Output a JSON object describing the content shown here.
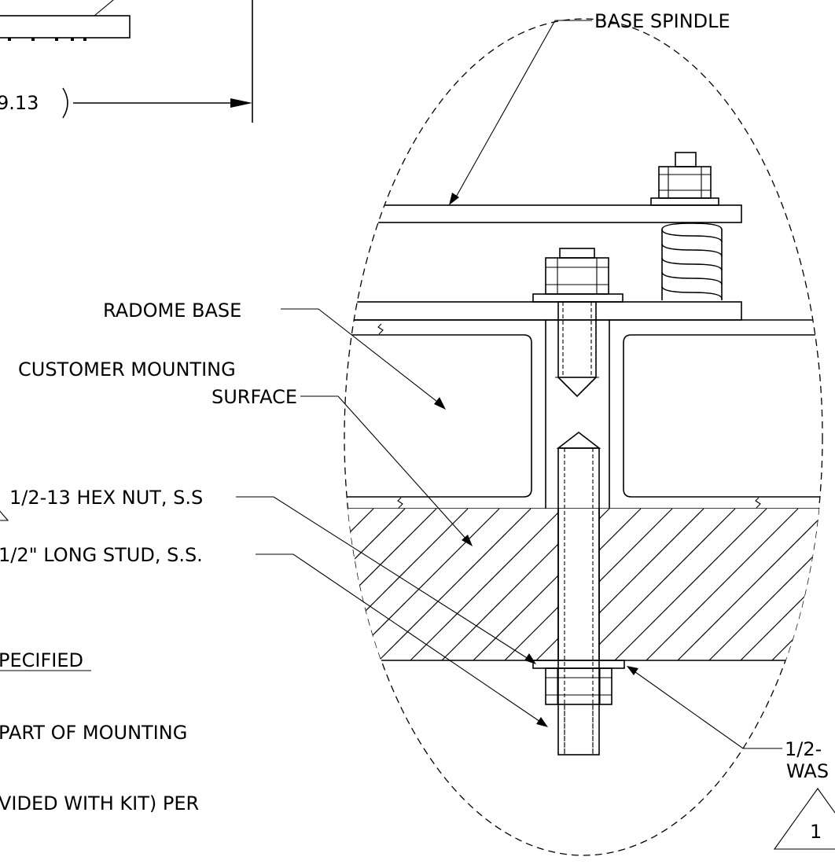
{
  "labels": {
    "base_spindle": "BASE SPINDLE",
    "radome_base": "RADOME BASE",
    "customer_mounting_1": "CUSTOMER MOUNTING",
    "customer_mounting_2": "SURFACE",
    "hex_nut": "1/2-13 HEX NUT, S.S",
    "long_stud": "1/2\" LONG STUD, S.S.",
    "washer_1": "1/2-",
    "washer_2": "WAS",
    "dimension": "9.13",
    "note_title": "PECIFIED",
    "note_1": "PART OF MOUNTING",
    "note_2": "VIDED WITH KIT) PER",
    "triangle_number": "1"
  }
}
